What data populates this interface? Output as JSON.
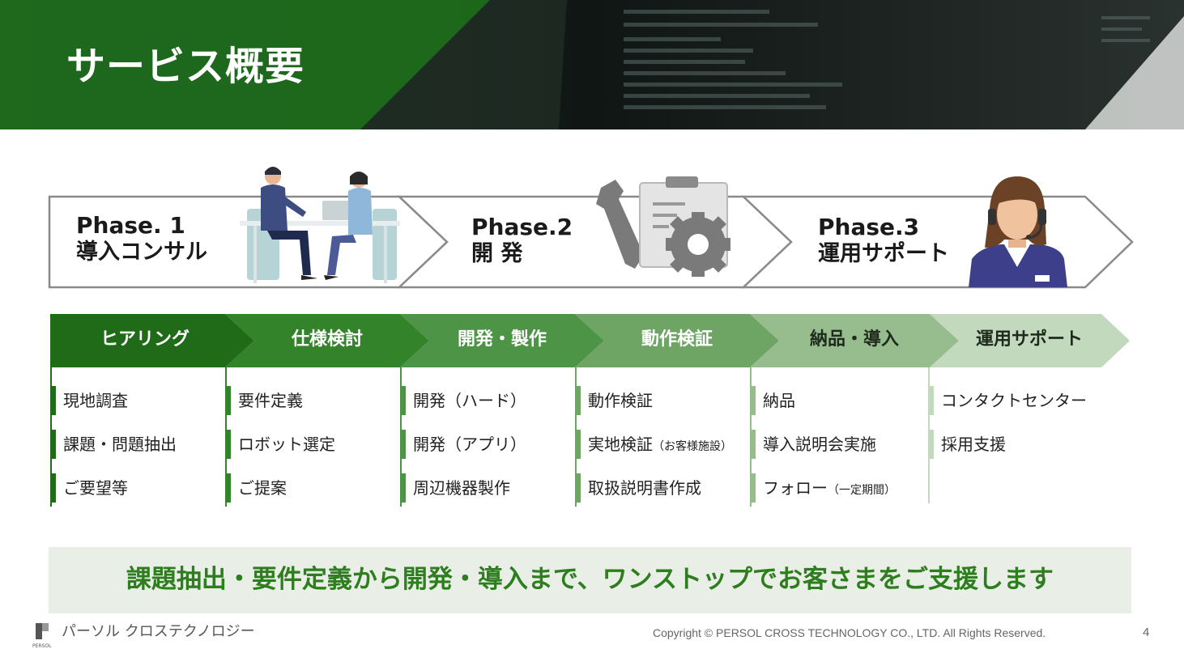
{
  "header": {
    "title": "サービス概要"
  },
  "phases": [
    {
      "label": "Phase. 1",
      "name": "導入コンサル"
    },
    {
      "label": "Phase.2",
      "name": "開 発"
    },
    {
      "label": "Phase.3",
      "name": "運用サポート"
    }
  ],
  "steps": [
    {
      "label": "ヒアリング",
      "color": "#1f6b18",
      "text_color": "#ffffff",
      "items": [
        {
          "text": "現地調査"
        },
        {
          "text": "課題・問題抽出"
        },
        {
          "text": "ご要望等"
        }
      ]
    },
    {
      "label": "仕様検討",
      "color": "#33832b",
      "text_color": "#ffffff",
      "items": [
        {
          "text": "要件定義"
        },
        {
          "text": "ロボット選定"
        },
        {
          "text": "ご提案"
        }
      ]
    },
    {
      "label": "開発・製作",
      "color": "#4e9446",
      "text_color": "#ffffff",
      "items": [
        {
          "text": "開発（ハード）"
        },
        {
          "text": "開発（アプリ）"
        },
        {
          "text": "周辺機器製作"
        }
      ]
    },
    {
      "label": "動作検証",
      "color": "#6ea565",
      "text_color": "#ffffff",
      "items": [
        {
          "text": "動作検証"
        },
        {
          "text": "実地検証",
          "note": "（お客様施設）"
        },
        {
          "text": "取扱説明書作成"
        }
      ]
    },
    {
      "label": "納品・導入",
      "color": "#97bd8f",
      "text_color": "#1e2a1c",
      "items": [
        {
          "text": "納品"
        },
        {
          "text": "導入説明会実施"
        },
        {
          "text": "フォロー",
          "note": "（一定期間）"
        }
      ]
    },
    {
      "label": "運用サポート",
      "color": "#c3d9bd",
      "text_color": "#1e2a1c",
      "items": [
        {
          "text": "コンタクトセンター"
        },
        {
          "text": "採用支援"
        }
      ]
    }
  ],
  "banner": {
    "text": "課題抽出・要件定義から開発・導入まで、ワンストップでお客さまをご支援します"
  },
  "footer": {
    "company": "パーソル クロステクノロジー",
    "logo_text": "PERSOL",
    "copyright": "Copyright © PERSOL CROSS TECHNOLOGY CO., LTD. All Rights Reserved.",
    "page_number": "4"
  },
  "icons": [
    "consulting-meeting-icon",
    "wrench-icon",
    "clipboard-icon",
    "gear-icon",
    "operator-headset-icon"
  ],
  "colors": {
    "brand_green": "#1f6b18",
    "banner_bg": "#e9efe6",
    "banner_text": "#2e7d1f"
  }
}
